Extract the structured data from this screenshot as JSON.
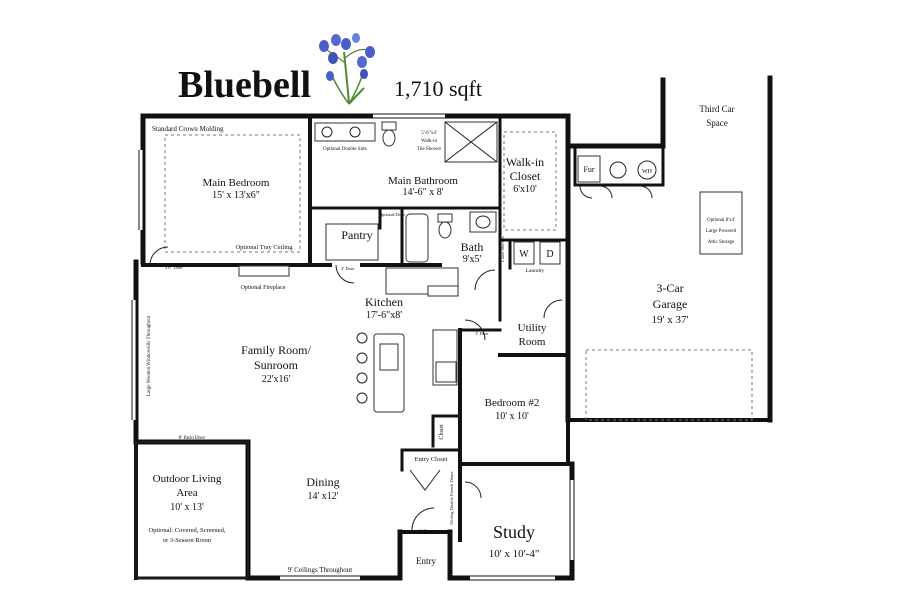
{
  "header": {
    "plan_name": "Bluebell",
    "area": "1,710 sqft"
  },
  "rooms": {
    "main_bedroom": {
      "name": "Main Bedroom",
      "size": "15' x 13'x6\""
    },
    "main_bathroom": {
      "name": "Main Bathroom",
      "size": "14'-6\" x 8'"
    },
    "walk_in_closet": {
      "name_line1": "Walk-in",
      "name_line2": "Closet",
      "size": "6'x10'"
    },
    "pantry": {
      "name": "Pantry"
    },
    "bath": {
      "name": "Bath",
      "size": "9'x5'"
    },
    "kitchen": {
      "name": "Kitchen",
      "size": "17'-6\"x8'"
    },
    "family_room": {
      "name_line1": "Family Room/",
      "name_line2": "Sunroom",
      "size": "22'x16'"
    },
    "utility_room": {
      "name_line1": "Utility",
      "name_line2": "Room"
    },
    "bedroom_2": {
      "name": "Bedroom #2",
      "size": "10' x 10'"
    },
    "outdoor_living": {
      "name_line1": "Outdoor Living",
      "name_line2": "Area",
      "size": "10' x 13'",
      "note_line1": "Optional: Covered, Screened,",
      "note_line2": "or 3-Season Room"
    },
    "dining": {
      "name": "Dining",
      "size": "14' x12'"
    },
    "study": {
      "name": "Study",
      "size": "10' x 10'-4\""
    },
    "entry": {
      "name": "Entry"
    },
    "garage": {
      "name_line1": "3-Car",
      "name_line2": "Garage",
      "size": "19' x 37'"
    },
    "third_car": {
      "line1": "Third Car",
      "line2": "Space"
    }
  },
  "notes": {
    "crown_molding": "Standard Crown Molding",
    "tray_ceiling": "Optional Tray Ceiling",
    "fireplace": "Optional Fireplace",
    "double_sink": "Optional Double Sink",
    "shower_line1": "5'-6\"x4'",
    "shower_line2": "Walk-in",
    "shower_line3": "Tile Shower",
    "ceilings": "9' Ceilings Throughout",
    "windows": "Large Wooden Windowsills Throughout",
    "attic_line1": "Optional 8'x4'",
    "attic_line2": "Large Powered",
    "attic_line3": "Attic Storage",
    "laundry": "Laundry",
    "linen_shelves": "Linen Shelves",
    "entry_closet": "Entry Closet",
    "closet": "Closet",
    "pocket_door": "Optional Pocket Door",
    "pocket_door_short": "Optional Door",
    "door_3": "3' Door",
    "door_2": "2' Door",
    "door_26": "2'6\" Door",
    "patio_door": "8' Patio Door",
    "sliding_doors": "Sliding Double French Doors"
  },
  "appliances": {
    "furnace": "Fur",
    "water_heater": "WH",
    "washer": "W",
    "dryer": "D"
  },
  "icons": {
    "logo": "bluebell-flower-icon"
  },
  "colors": {
    "wall": "#111111",
    "flower_blue": "#4a5fc7",
    "flower_stem": "#4f8a2f"
  }
}
